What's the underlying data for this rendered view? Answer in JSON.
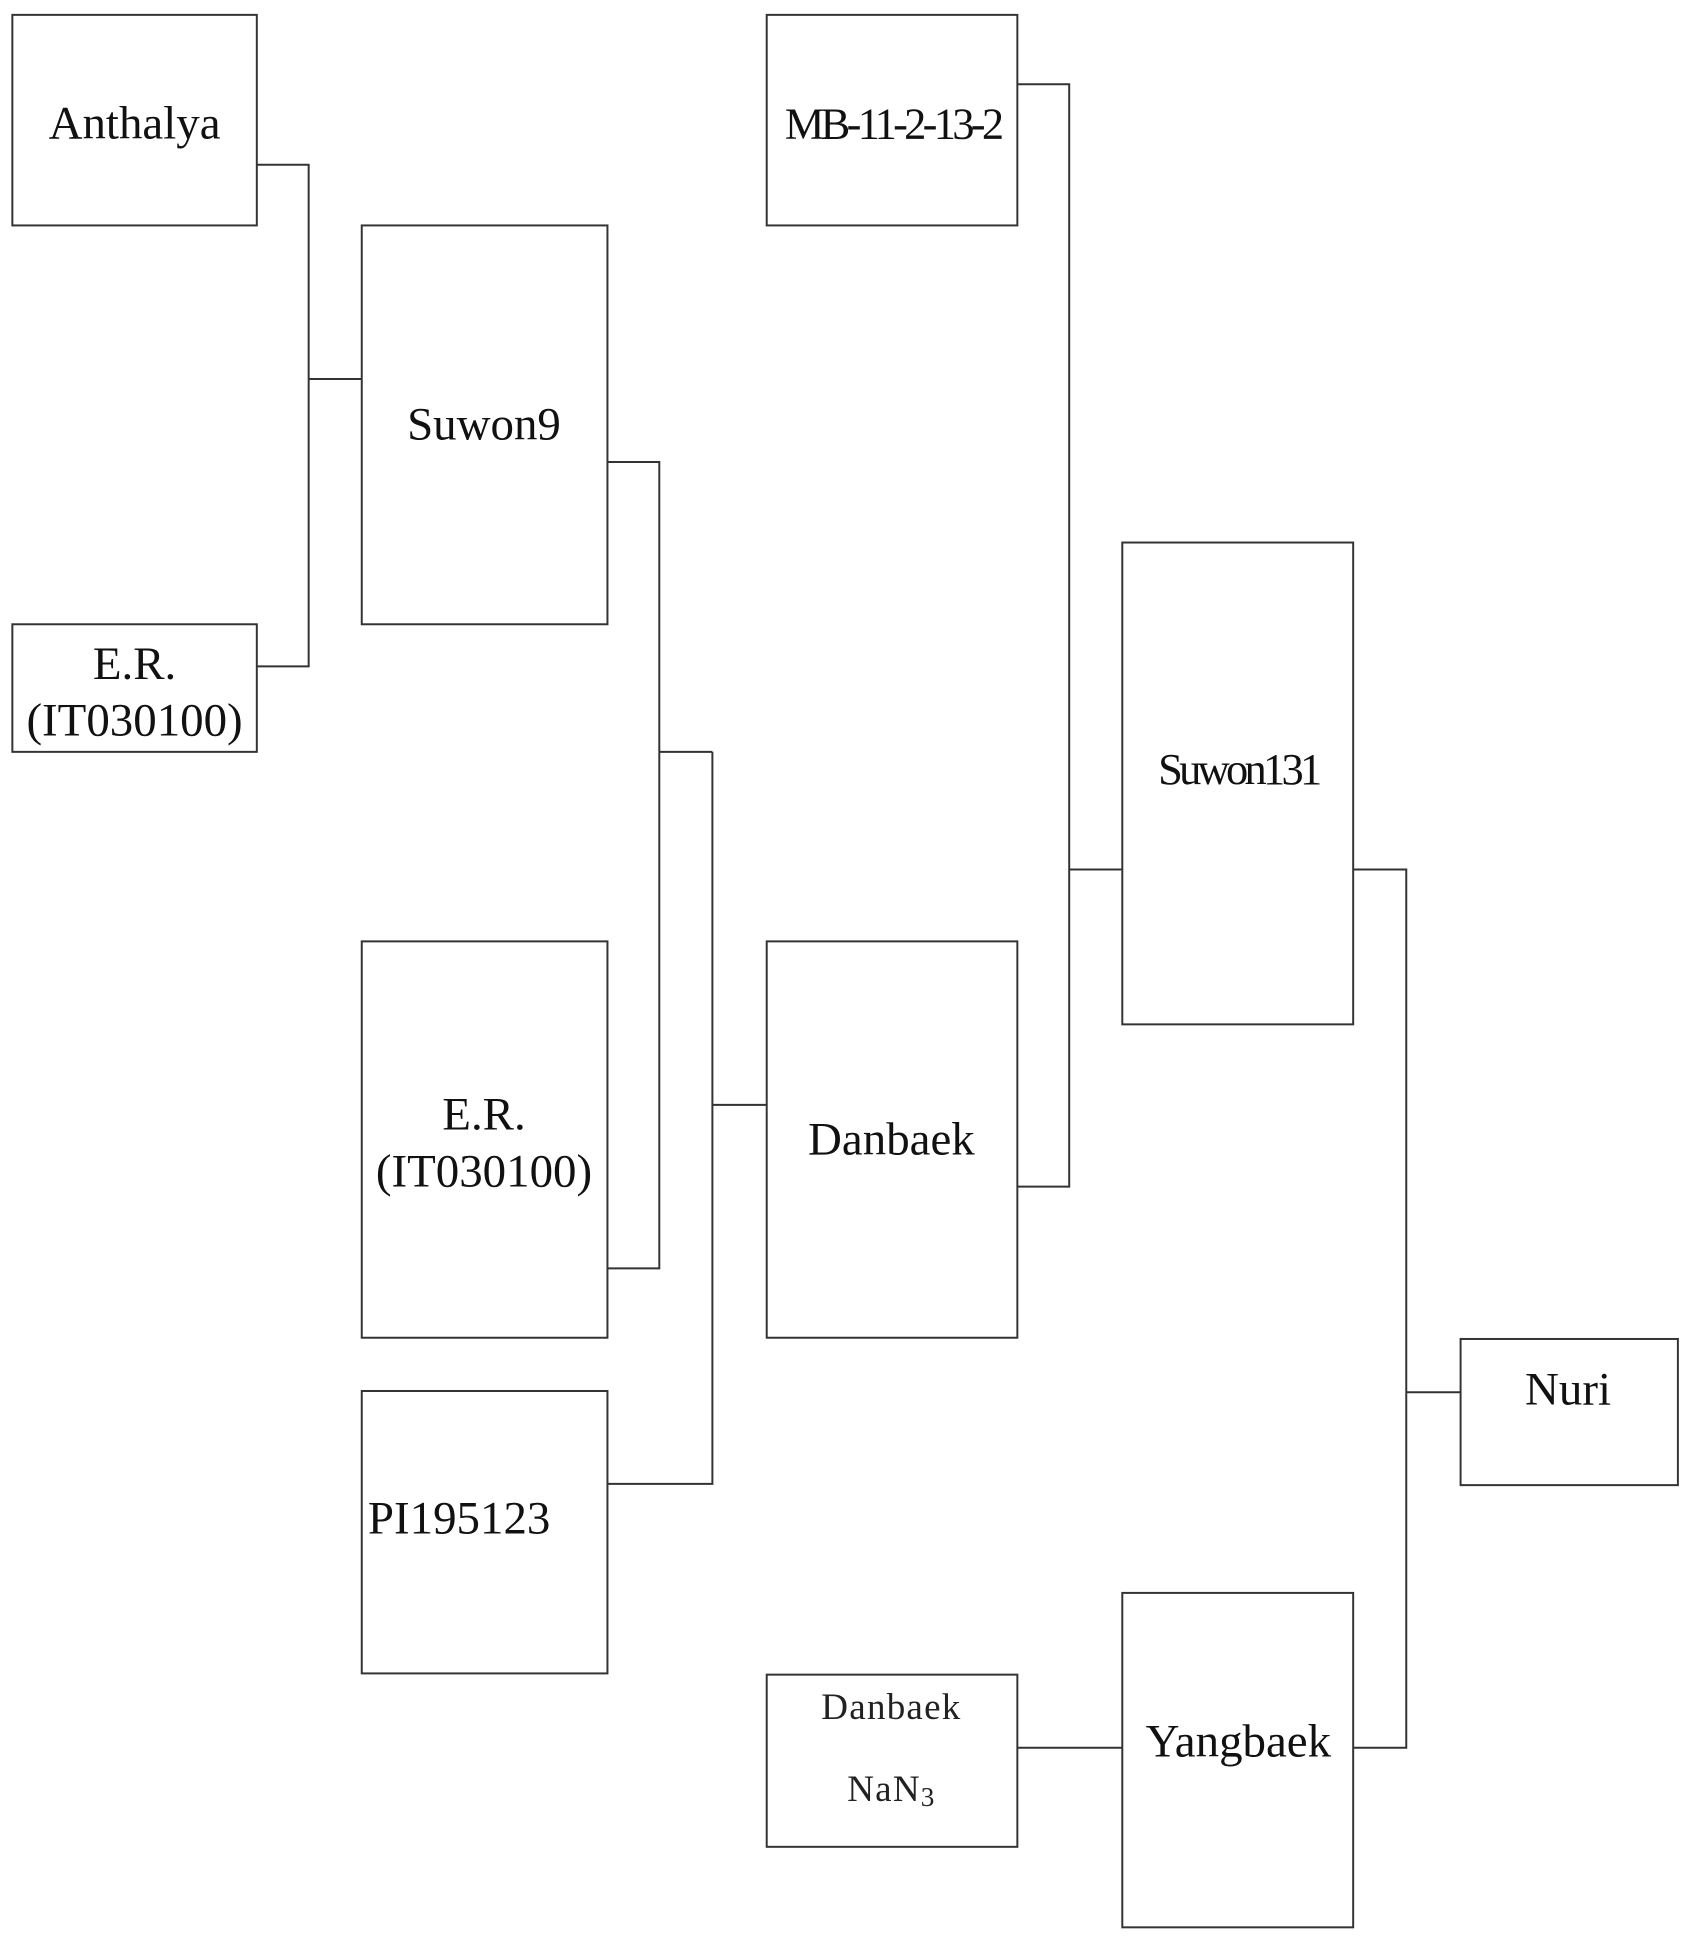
{
  "nodes": {
    "anthalya": {
      "label": "Anthalya"
    },
    "er_top": {
      "line1": "E.R.",
      "line2": "(IT030100)"
    },
    "suwon9": {
      "label": "Suwon9"
    },
    "er_mid": {
      "line1": "E.R.",
      "line2": "(IT030100)"
    },
    "pi195123": {
      "label": "PI195123"
    },
    "mb": {
      "label": "MB-11-2-13-2"
    },
    "danbaek": {
      "label": "Danbaek"
    },
    "suwon131": {
      "label": "Suwon131"
    },
    "danbaek_nan3": {
      "line1": "Danbaek",
      "line2_base": "NaN",
      "line2_sub": "3"
    },
    "yangbaek": {
      "label": "Yangbaek"
    },
    "nuri": {
      "label": "Nuri"
    }
  },
  "colors": {
    "line": "#333333",
    "text": "#111111",
    "background": "#ffffff"
  }
}
